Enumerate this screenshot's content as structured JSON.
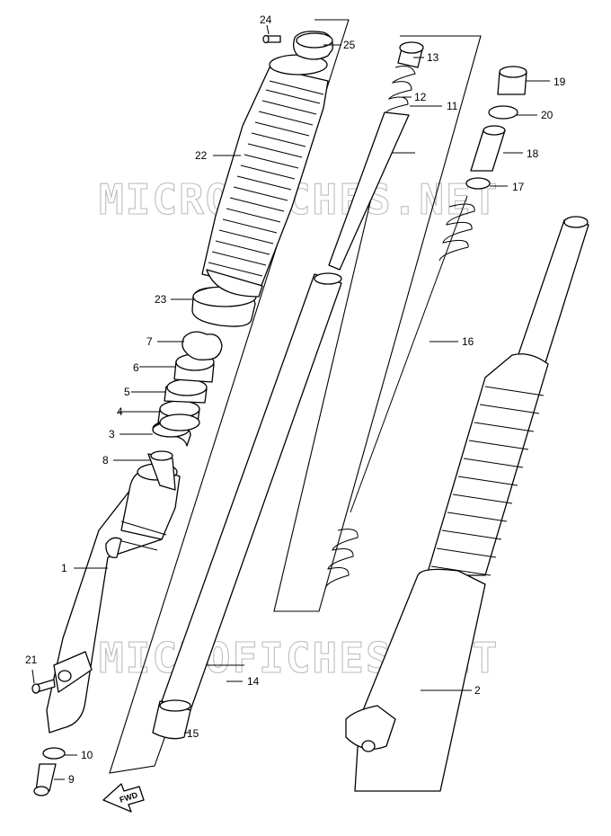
{
  "watermark": "MICROFICHES.NET",
  "fwd_label": "FWD",
  "callouts": [
    "1",
    "2",
    "3",
    "4",
    "5",
    "6",
    "7",
    "8",
    "9",
    "10",
    "11",
    "12",
    "13",
    "14",
    "15",
    "16",
    "17",
    "18",
    "19",
    "20",
    "21",
    "22",
    "23",
    "24",
    "25"
  ]
}
